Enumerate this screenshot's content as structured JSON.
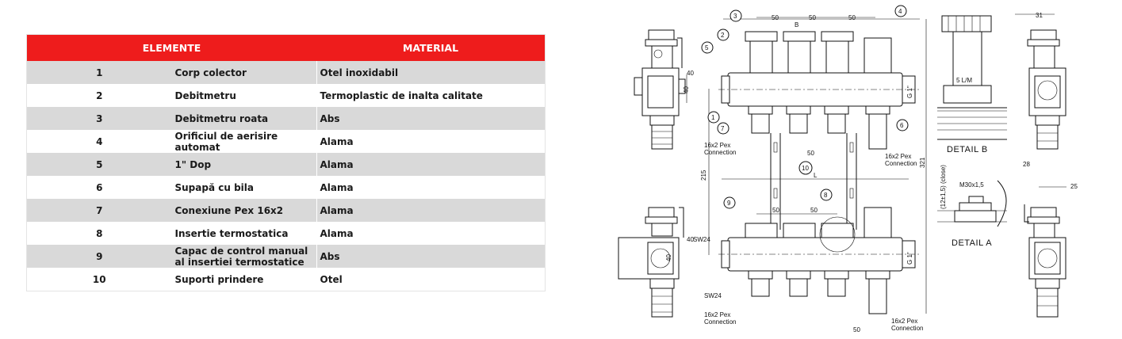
{
  "table": {
    "headers": {
      "elements": "ELEMENTE",
      "material": "MATERIAL"
    },
    "rows": [
      {
        "num": "1",
        "element": "Corp colector",
        "material": "Otel inoxidabil"
      },
      {
        "num": "2",
        "element": "Debitmetru",
        "material": "Termoplastic de inalta calitate"
      },
      {
        "num": "3",
        "element": "Debitmetru roata",
        "material": "Abs"
      },
      {
        "num": "4",
        "element": "Orificiul de aerisire automat",
        "material": "Alama"
      },
      {
        "num": "5",
        "element": "1\" Dop",
        "material": "Alama"
      },
      {
        "num": "6",
        "element": "Supapă cu bila",
        "material": "Alama"
      },
      {
        "num": "7",
        "element": " Conexiune Pex 16x2",
        "material": "Alama"
      },
      {
        "num": "8",
        "element": "Insertie termostatica",
        "material": "Alama"
      },
      {
        "num": "9",
        "element": "Capac de control manual al insertiei termostatice",
        "material": "Abs"
      },
      {
        "num": "10",
        "element": "Suporti prindere",
        "material": "Otel"
      }
    ]
  },
  "drawing": {
    "dims": {
      "d50": "50",
      "d40": "40",
      "d215": "215",
      "d321": "321",
      "d31": "31",
      "d28": "28",
      "d25": "25",
      "thread": "G 1\"",
      "sw24": "SW24",
      "m30": "M30x1,5",
      "close": "(12±1,5) (close)",
      "L": "L",
      "B": "B",
      "flow": "5 L/M"
    },
    "callouts": [
      "1",
      "2",
      "3",
      "4",
      "5",
      "6",
      "7",
      "8",
      "9",
      "10"
    ],
    "notes": {
      "pex": "16x2 Pex",
      "connection": "Connection"
    },
    "details": {
      "a": "DETAIL  A",
      "b": "DETAIL  B"
    }
  }
}
